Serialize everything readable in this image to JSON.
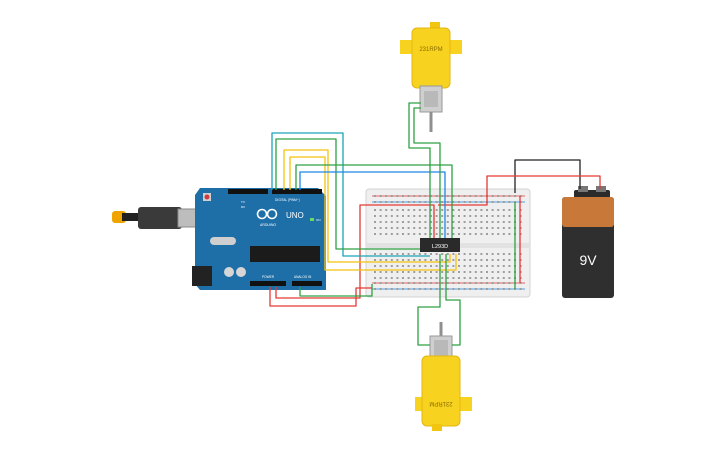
{
  "motor_top": {
    "label": "231RPM"
  },
  "motor_bottom": {
    "label": "231RPM"
  },
  "arduino": {
    "logo": "UNO",
    "brand": "ARDUINO",
    "digital_label": "DIGITAL (PWM~)",
    "power_label": "POWER",
    "analog_label": "ANALOG IN",
    "tx_label": "TX",
    "rx_label": "RX",
    "on_label": "ON"
  },
  "chip": {
    "label": "L293D"
  },
  "battery": {
    "label": "9V"
  },
  "colors": {
    "red": "#e53935",
    "black": "#222222",
    "green": "#2ea043",
    "blue": "#1e88e5",
    "yellow": "#f4c20d",
    "teal": "#1aa3b8",
    "motor_yellow": "#f7d21e",
    "arduino_blue": "#1e6fa8",
    "breadboard": "#efefef"
  }
}
